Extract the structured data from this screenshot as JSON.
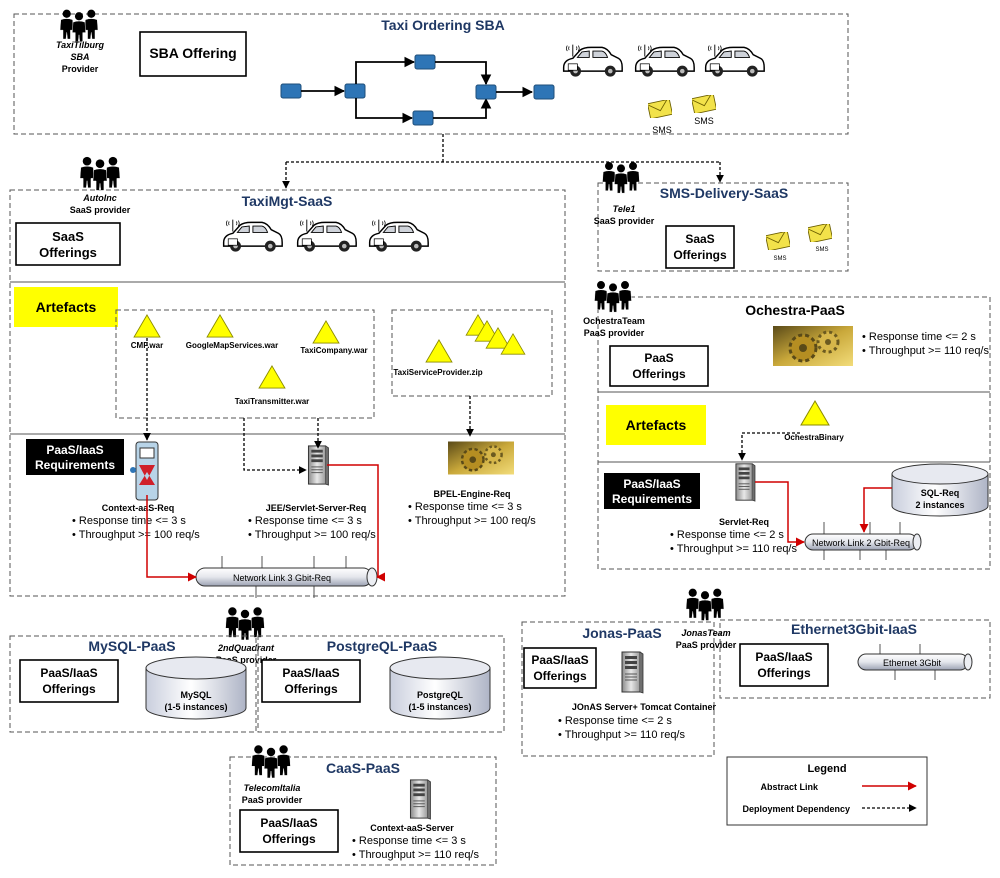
{
  "sba": {
    "title": "Taxi Ordering SBA",
    "offering": "SBA Offering",
    "provider_name": "TaxiTilburg",
    "provider_kind": "SBA",
    "provider_role": "Provider",
    "sms": "SMS"
  },
  "taxi_saas": {
    "title": "TaxiMgt-SaaS",
    "provider_name": "AutoInc",
    "provider_role": "SaaS provider",
    "offerings": [
      "SaaS",
      "Offerings"
    ],
    "artefacts_label": "Artefacts",
    "artefacts": [
      "CMF.war",
      "GoogleMapServices.war",
      "TaxiCompany.war",
      "TaxiTransmitter.war",
      "TaxiServiceProvider.zip"
    ],
    "req_label": [
      "PaaS/IaaS",
      "Requirements"
    ],
    "context_req": {
      "name": "Context-aaS-Req",
      "lines": [
        "Response time <= 3 s",
        "Throughput >= 100 req/s"
      ]
    },
    "jee_req": {
      "name": "JEE/Servlet-Server-Req",
      "lines": [
        "Response time <= 3 s",
        "Throughput >= 100 req/s"
      ]
    },
    "bpel_req": {
      "name": "BPEL-Engine-Req",
      "lines": [
        "Response time <= 3 s",
        "Throughput >= 100 req/s"
      ]
    },
    "network": "Network Link 3 Gbit-Req"
  },
  "sms_saas": {
    "title": "SMS-Delivery-SaaS",
    "provider_name": "Tele1",
    "provider_role": "SaaS provider",
    "offerings": [
      "SaaS",
      "Offerings"
    ]
  },
  "orchestra": {
    "title": "Ochestra-PaaS",
    "provider_name": "OchestraTeam",
    "provider_role": "PaaS provider",
    "offerings": [
      "PaaS",
      "Offerings"
    ],
    "qos": [
      "Response time <= 2 s",
      "Throughput >= 110 req/s"
    ],
    "artefacts_label": "Artefacts",
    "binary": "OchestraBinary",
    "req_label": [
      "PaaS/IaaS",
      "Requirements"
    ],
    "servlet_req": {
      "name": "Servlet-Req",
      "lines": [
        "Response time <= 2 s",
        "Throughput >= 110 req/s"
      ]
    },
    "sql_req": [
      "SQL-Req",
      "2 instances"
    ],
    "network": "Network Link 2 Gbit-Req"
  },
  "mysql": {
    "title": "MySQL-PaaS",
    "offerings": [
      "PaaS/IaaS",
      "Offerings"
    ],
    "db": [
      "MySQL",
      "(1-5 instances)"
    ]
  },
  "postgres": {
    "title": "PostgreQL-PaaS",
    "offerings": [
      "PaaS/IaaS",
      "Offerings"
    ],
    "db": [
      "PostgreQL",
      "(1-5 instances)"
    ]
  },
  "quadrant": {
    "provider_name": "2ndQuadrant",
    "provider_role": "PaaS provider"
  },
  "jonas": {
    "title": "Jonas-PaaS",
    "offerings": [
      "PaaS/IaaS",
      "Offerings"
    ],
    "server": "JOnAS Server+ Tomcat Container",
    "lines": [
      "Response time <= 2 s",
      "Throughput >= 110 req/s"
    ],
    "provider_name": "JonasTeam",
    "provider_role": "PaaS provider"
  },
  "ethernet": {
    "title": "Ethernet3Gbit-IaaS",
    "offerings": [
      "PaaS/IaaS",
      "Offerings"
    ],
    "link": "Ethernet 3Gbit"
  },
  "caas": {
    "title": "CaaS-PaaS",
    "provider_name": "TelecomItalia",
    "provider_role": "PaaS provider",
    "offerings": [
      "PaaS/IaaS",
      "Offerings"
    ],
    "server": "Context-aaS-Server",
    "lines": [
      "Response time <= 3 s",
      "Throughput >= 110 req/s"
    ]
  },
  "legend": {
    "title": "Legend",
    "abstract": "Abstract Link",
    "deployment": "Deployment Dependency",
    "colors": {
      "abstract": "#d00000",
      "deployment": "#000000"
    }
  }
}
